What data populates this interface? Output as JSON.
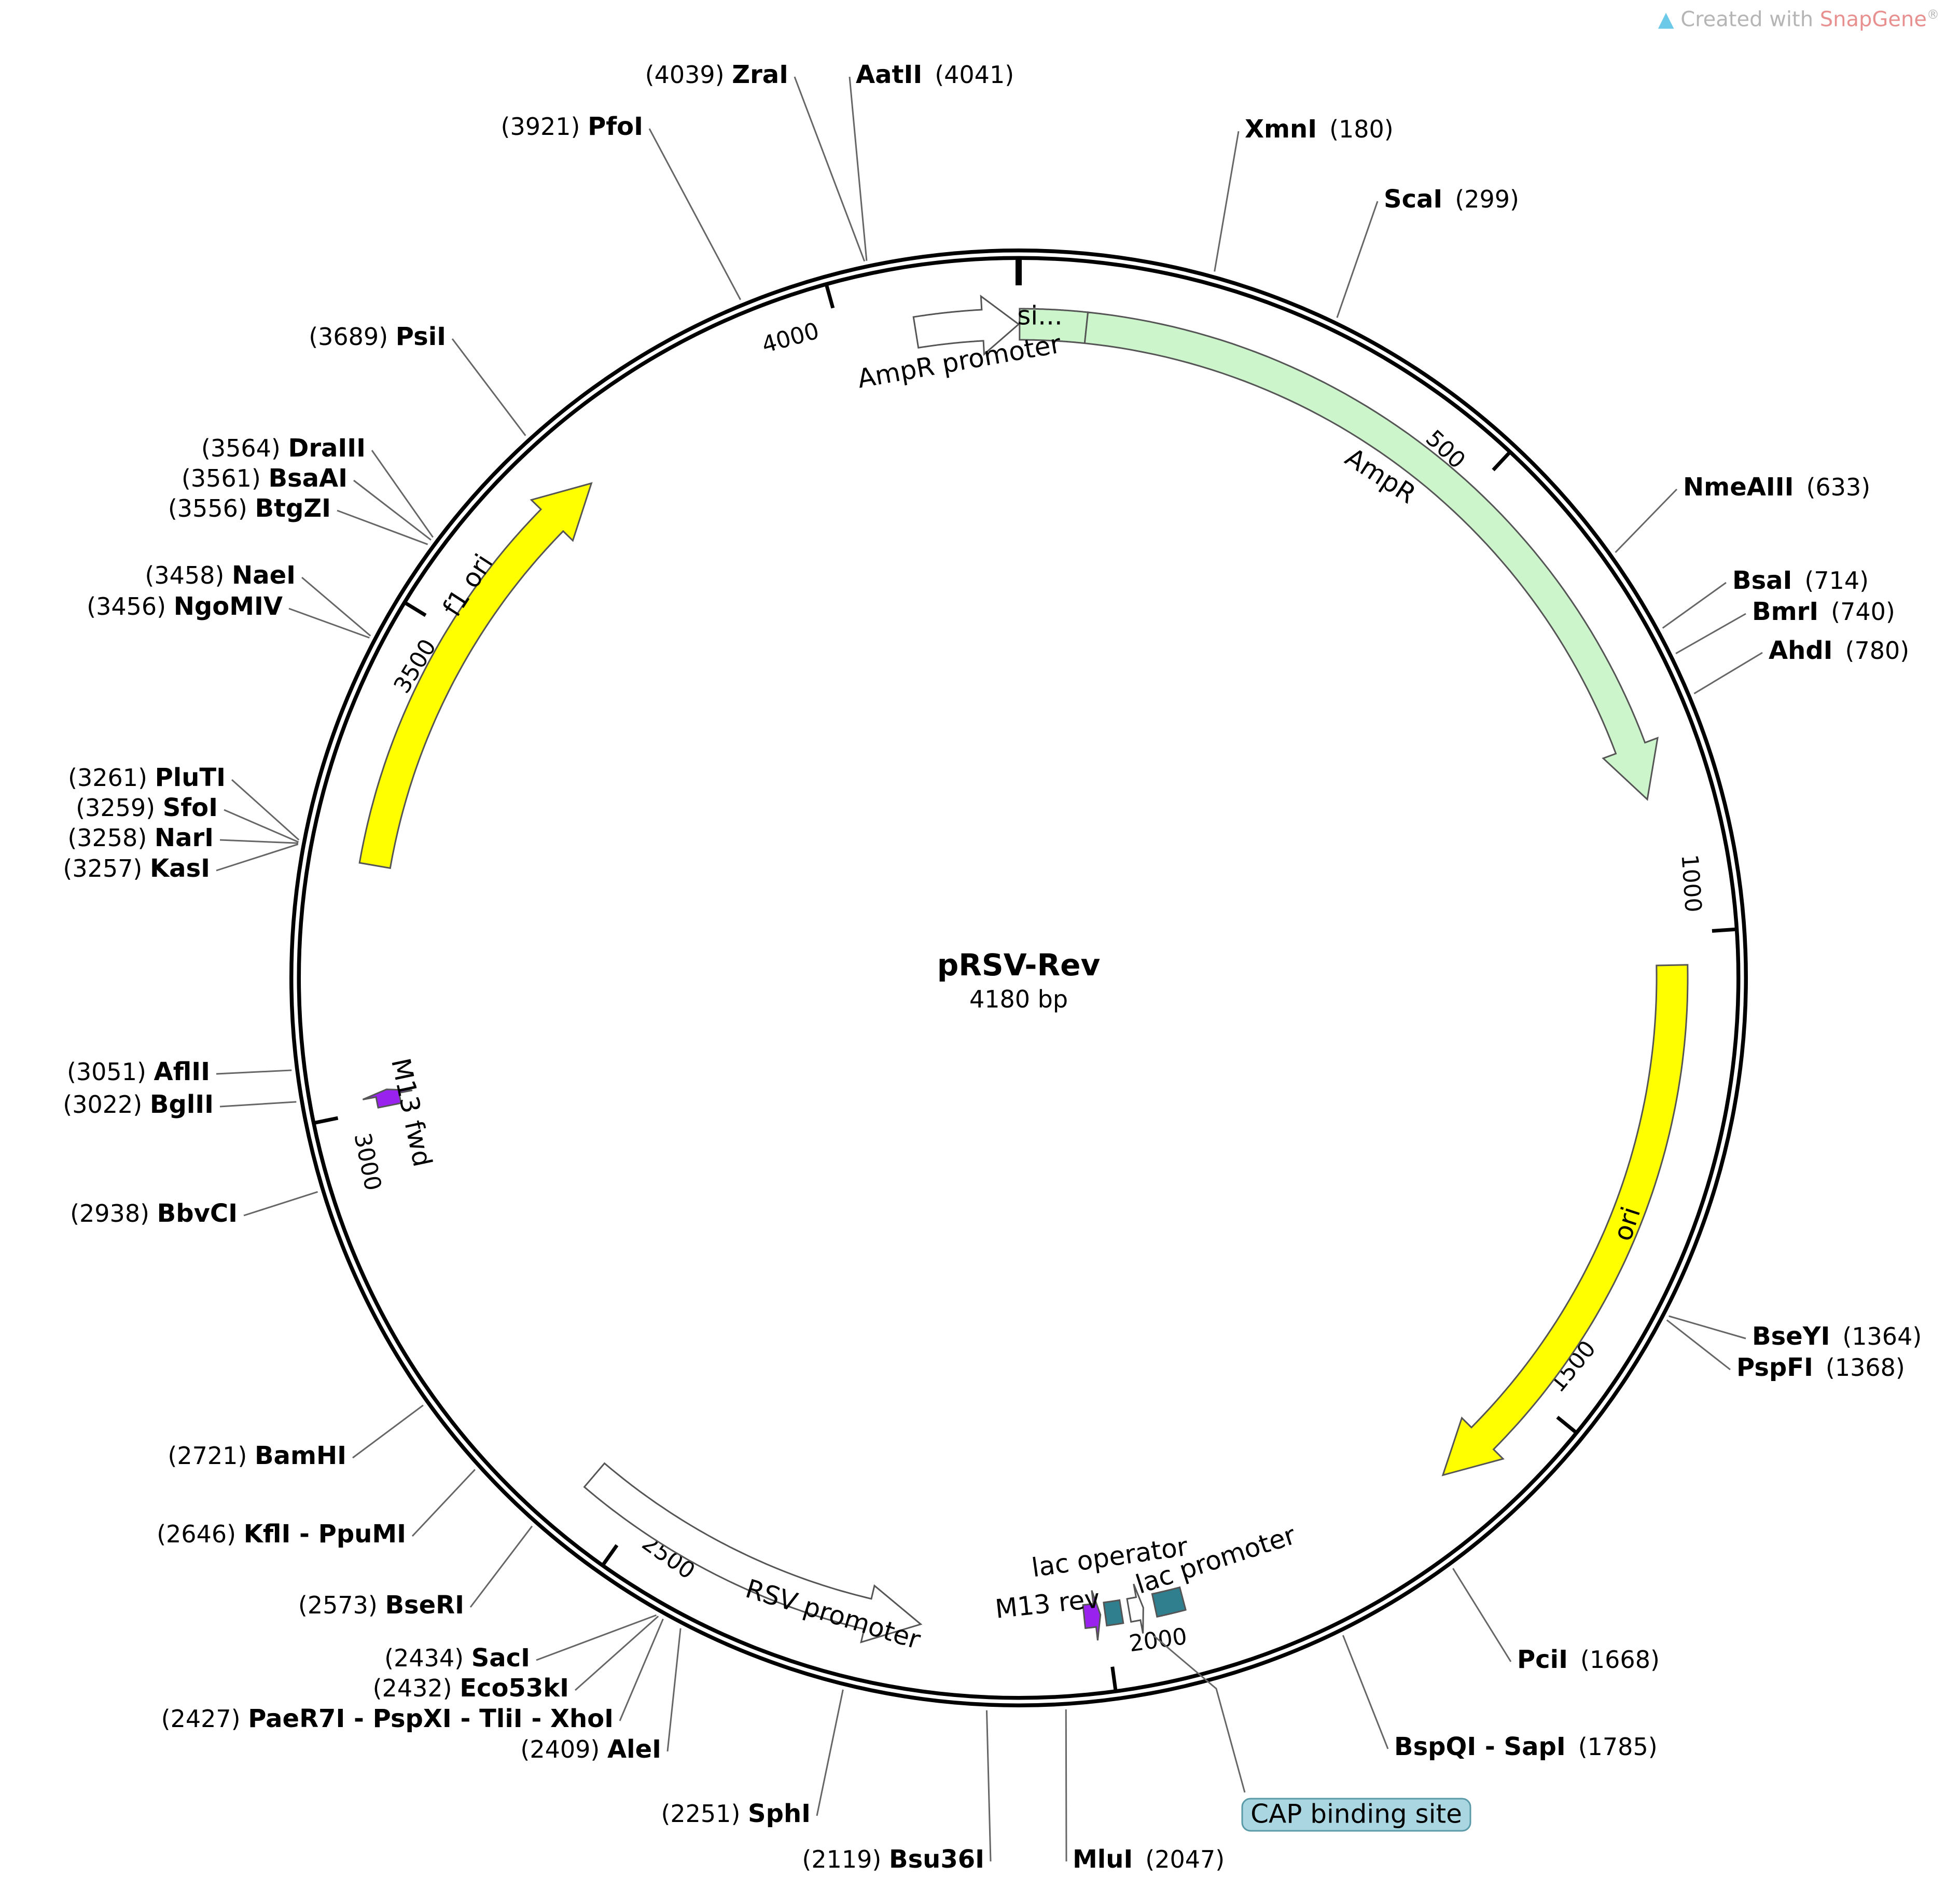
{
  "plasmid": {
    "name": "pRSV-Rev",
    "length_label": "4180 bp",
    "length": 4180
  },
  "watermark": {
    "prefix": "Created with ",
    "brand": "SnapGene",
    "mark": "®"
  },
  "ticks": [
    {
      "bp": 500,
      "label": "500"
    },
    {
      "bp": 1000,
      "label": "1000"
    },
    {
      "bp": 1500,
      "label": "1500"
    },
    {
      "bp": 2000,
      "label": "2000"
    },
    {
      "bp": 2500,
      "label": "2500"
    },
    {
      "bp": 3000,
      "label": "3000"
    },
    {
      "bp": 3500,
      "label": "3500"
    },
    {
      "bp": 4000,
      "label": "4000"
    }
  ],
  "features": [
    {
      "id": "AmpR-promoter",
      "label": "AmpR promoter",
      "start": 4075,
      "end": 4180,
      "dir": 1,
      "color": "#ffffff"
    },
    {
      "id": "sig",
      "label": "si...",
      "start": 1,
      "end": 69,
      "dir": 0,
      "color": "#ccf5cc"
    },
    {
      "id": "AmpR",
      "label": "AmpR",
      "start": 69,
      "end": 861,
      "dir": 1,
      "color": "#ccf5cc"
    },
    {
      "id": "ori",
      "label": "ori",
      "start": 1032,
      "end": 1620,
      "dir": 1,
      "color": "#ffff00"
    },
    {
      "id": "lac-promoter",
      "label": "lac promoter",
      "start": 1918,
      "end": 1948,
      "dir": 0,
      "color": "#2f7f8f"
    },
    {
      "id": "cap-lac",
      "label": "",
      "start": 1960,
      "end": 1975,
      "dir": -1,
      "color": "#ffffff"
    },
    {
      "id": "lac-operator",
      "label": "lac operator",
      "start": 1983,
      "end": 2000,
      "dir": 0,
      "color": "#2f7f8f"
    },
    {
      "id": "M13-rev",
      "label": "M13 rev",
      "start": 2005,
      "end": 2022,
      "dir": -1,
      "color": "#9922ee"
    },
    {
      "id": "RSV-promoter",
      "label": "RSV promoter",
      "start": 2190,
      "end": 2560,
      "dir": -1,
      "color": "#ffffff"
    },
    {
      "id": "M13-fwd",
      "label": "M13 fwd",
      "start": 3002,
      "end": 3019,
      "dir": 1,
      "color": "#9922ee"
    },
    {
      "id": "f1-ori",
      "label": "f1 ori",
      "start": 3250,
      "end": 3706,
      "dir": 1,
      "color": "#ffff00"
    }
  ],
  "cap_site": {
    "label": "CAP binding site",
    "bp": 1955,
    "color": "#a9d6e0"
  },
  "sites": [
    {
      "name": "ZraI",
      "pos": "(4039)",
      "bp": 4039
    },
    {
      "name": "AatII",
      "pos": "(4041)",
      "bp": 4041
    },
    {
      "name": "PfoI",
      "pos": "(3921)",
      "bp": 3921
    },
    {
      "name": "XmnI",
      "pos": "(180)",
      "bp": 180
    },
    {
      "name": "ScaI",
      "pos": "(299)",
      "bp": 299
    },
    {
      "name": "PsiI",
      "pos": "(3689)",
      "bp": 3689
    },
    {
      "name": "DraIII",
      "pos": "(3564)",
      "bp": 3564
    },
    {
      "name": "BsaAI",
      "pos": "(3561)",
      "bp": 3561
    },
    {
      "name": "BtgZI",
      "pos": "(3556)",
      "bp": 3556
    },
    {
      "name": "NmeAIII",
      "pos": "(633)",
      "bp": 633
    },
    {
      "name": "NaeI",
      "pos": "(3458)",
      "bp": 3458
    },
    {
      "name": "NgoMIV",
      "pos": "(3456)",
      "bp": 3456
    },
    {
      "name": "BsaI",
      "pos": "(714)",
      "bp": 714
    },
    {
      "name": "BmrI",
      "pos": "(740)",
      "bp": 740
    },
    {
      "name": "AhdI",
      "pos": "(780)",
      "bp": 780
    },
    {
      "name": "PluTI",
      "pos": "(3261)",
      "bp": 3261
    },
    {
      "name": "SfoI",
      "pos": "(3259)",
      "bp": 3259
    },
    {
      "name": "NarI",
      "pos": "(3258)",
      "bp": 3258
    },
    {
      "name": "KasI",
      "pos": "(3257)",
      "bp": 3257
    },
    {
      "name": "AflII",
      "pos": "(3051)",
      "bp": 3051
    },
    {
      "name": "BglII",
      "pos": "(3022)",
      "bp": 3022
    },
    {
      "name": "BbvCI",
      "pos": "(2938)",
      "bp": 2938
    },
    {
      "name": "BseYI",
      "pos": "(1364)",
      "bp": 1364
    },
    {
      "name": "PspFI",
      "pos": "(1368)",
      "bp": 1368
    },
    {
      "name": "BamHI",
      "pos": "(2721)",
      "bp": 2721
    },
    {
      "name": "KflI - PpuMI",
      "pos": "(2646)",
      "bp": 2646
    },
    {
      "name": "BseRI",
      "pos": "(2573)",
      "bp": 2573
    },
    {
      "name": "PciI",
      "pos": "(1668)",
      "bp": 1668
    },
    {
      "name": "SacI",
      "pos": "(2434)",
      "bp": 2434
    },
    {
      "name": "Eco53kI",
      "pos": "(2432)",
      "bp": 2432
    },
    {
      "name": "PaeR7I - PspXI - TliI - XhoI",
      "pos": "(2427)",
      "bp": 2427
    },
    {
      "name": "AleI",
      "pos": "(2409)",
      "bp": 2409
    },
    {
      "name": "BspQI - SapI",
      "pos": "(1785)",
      "bp": 1785
    },
    {
      "name": "SphI",
      "pos": "(2251)",
      "bp": 2251
    },
    {
      "name": "Bsu36I",
      "pos": "(2119)",
      "bp": 2119
    },
    {
      "name": "MluI",
      "pos": "(2047)",
      "bp": 2047
    }
  ]
}
